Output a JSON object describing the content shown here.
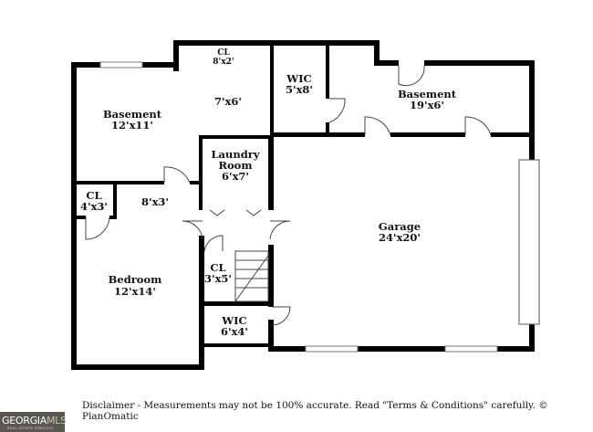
{
  "rooms": {
    "cl_top": {
      "name": "CL",
      "size": "8'x2'"
    },
    "hall_top": {
      "size": "7'x6'"
    },
    "wic_top": {
      "name": "WIC",
      "size": "5'x8'"
    },
    "basement_right": {
      "name": "Basement",
      "size": "19'x6'"
    },
    "basement_left": {
      "name": "Basement",
      "size": "12'x11'"
    },
    "laundry": {
      "name1": "Laundry",
      "name2": "Room",
      "size": "6'x7'"
    },
    "cl_left": {
      "name": "CL",
      "size": "4'x3'"
    },
    "hall_left": {
      "size": "8'x3'"
    },
    "garage": {
      "name": "Garage",
      "size": "24'x20'"
    },
    "cl_stair": {
      "name": "CL",
      "size": "3'x5'"
    },
    "bedroom": {
      "name": "Bedroom",
      "size": "12'x14'"
    },
    "wic_bottom": {
      "name": "WIC",
      "size": "6'x4'"
    }
  },
  "disclaimer": "Disclaimer - Measurements may not be 100% accurate. Read \"Terms & Conditions\" carefully. © PlanOmatic",
  "logo": {
    "text_a": "GEORGIA",
    "text_b": "MLS",
    "tagline": "REAL ESTATE SERVICES"
  }
}
